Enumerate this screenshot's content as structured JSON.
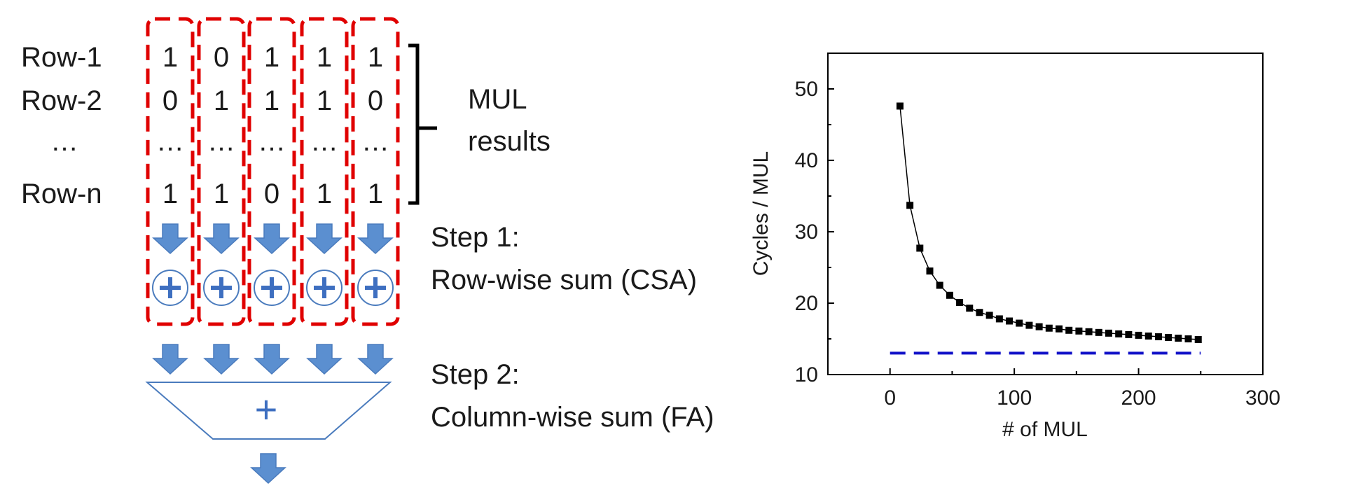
{
  "rows": [
    {
      "label": "Row-1",
      "bits": [
        "1",
        "0",
        "1",
        "1",
        "1"
      ]
    },
    {
      "label": "Row-2",
      "bits": [
        "0",
        "1",
        "1",
        "1",
        "0"
      ]
    },
    {
      "label": "…",
      "bits": [
        "…",
        "…",
        "…",
        "…",
        "…"
      ]
    },
    {
      "label": "Row-n",
      "bits": [
        "1",
        "1",
        "0",
        "1",
        "1"
      ]
    }
  ],
  "mul_results": {
    "line1": "MUL",
    "line2": "results"
  },
  "step1": {
    "line1": "Step 1:",
    "line2": "Row-wise sum (CSA)"
  },
  "step2": {
    "line1": "Step 2:",
    "line2": "Column-wise sum (FA)"
  },
  "plus_symbol": "+",
  "colors": {
    "dashed_box": "#e00000",
    "arrow": "#5b8fd0",
    "adder": "#3e6fc0",
    "baseline": "#1010c8"
  },
  "chart_data": {
    "type": "line",
    "xlabel": "# of MUL",
    "ylabel": "Cycles / MUL",
    "xlim": [
      -50,
      300
    ],
    "ylim": [
      10,
      55
    ],
    "xticks": [
      "0",
      "100",
      "200",
      "300"
    ],
    "yticks": [
      "10",
      "20",
      "30",
      "40",
      "50"
    ],
    "series": [
      {
        "style": "solid line with square markers",
        "color": "#000000",
        "x": [
          8,
          16,
          24,
          32,
          40,
          48,
          56,
          64,
          72,
          80,
          88,
          96,
          104,
          112,
          120,
          128,
          136,
          144,
          152,
          160,
          168,
          176,
          184,
          192,
          200,
          208,
          216,
          224,
          232,
          240,
          248
        ],
        "y": [
          47.6,
          33.7,
          27.7,
          24.5,
          22.5,
          21.1,
          20.1,
          19.3,
          18.7,
          18.3,
          17.8,
          17.5,
          17.2,
          16.9,
          16.7,
          16.5,
          16.4,
          16.2,
          16.1,
          16.0,
          15.9,
          15.8,
          15.7,
          15.6,
          15.5,
          15.4,
          15.3,
          15.2,
          15.1,
          15.0,
          14.9
        ]
      },
      {
        "style": "dashed line",
        "color": "#1010c8",
        "x": [
          0,
          250
        ],
        "y": [
          13,
          13
        ]
      }
    ],
    "grid": false
  }
}
